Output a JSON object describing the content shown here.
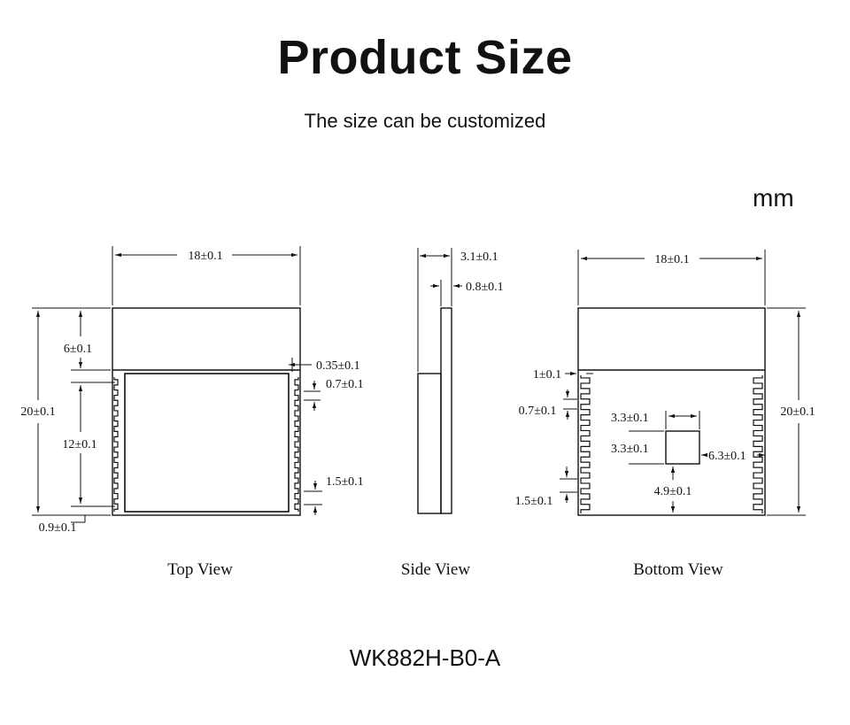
{
  "header": {
    "title": "Product Size",
    "subtitle": "The size can be customized",
    "unit": "mm"
  },
  "footer": {
    "model": "WK882H-B0-A"
  },
  "views": {
    "top": {
      "label": "Top View",
      "dims": {
        "width": "18±0.1",
        "height": "20±0.1",
        "shield_offset": "6±0.1",
        "shield_height": "12±0.1",
        "pad_gap": "0.35±0.1",
        "pad_width": "0.7±0.1",
        "pad_pitch": "1.5±0.1",
        "bottom_margin": "0.9±0.1"
      }
    },
    "side": {
      "label": "Side View",
      "dims": {
        "thickness": "3.1±0.1",
        "pcb": "0.8±0.1"
      }
    },
    "bottom": {
      "label": "Bottom View",
      "dims": {
        "width": "18±0.1",
        "height": "20±0.1",
        "pad_edge": "1±0.1",
        "pad_width": "0.7±0.1",
        "pad_pitch": "1.5±0.1",
        "gnd_w": "3.3±0.1",
        "gnd_h": "3.3±0.1",
        "gnd_right": "6.3±0.1",
        "gnd_bottom": "4.9±0.1"
      }
    }
  }
}
